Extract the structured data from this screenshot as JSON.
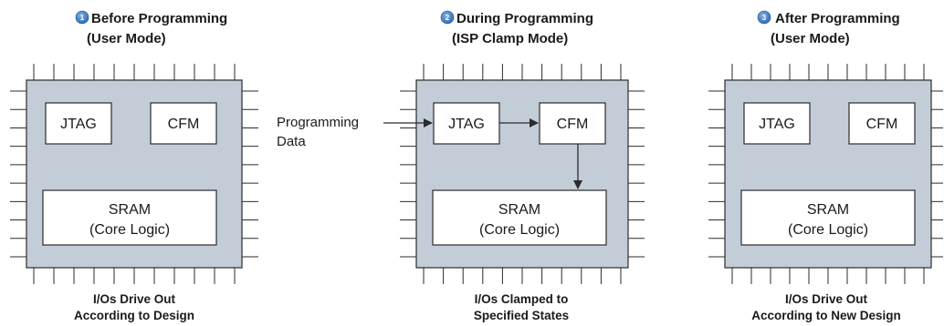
{
  "colors": {
    "chip_fill": "#c3cdd8",
    "box_fill": "#ffffff",
    "line": "#2b2b2b",
    "badge": "#2f6fb2"
  },
  "stages": [
    {
      "badge": "1",
      "title_line1": "Before Programming",
      "title_line2": "(User Mode)",
      "jtag_label": "JTAG",
      "cfm_label": "CFM",
      "sram_line1": "SRAM",
      "sram_line2": "(Core Logic)",
      "caption_line1": "I/Os Drive Out",
      "caption_line2": "According to Design"
    },
    {
      "badge": "2",
      "title_line1": "During Programming",
      "title_line2": "(ISP Clamp Mode)",
      "jtag_label": "JTAG",
      "cfm_label": "CFM",
      "sram_line1": "SRAM",
      "sram_line2": "(Core Logic)",
      "caption_line1": "I/Os Clamped to",
      "caption_line2": "Specified States"
    },
    {
      "badge": "3",
      "title_line1": "After Programming",
      "title_line2": "(User Mode)",
      "jtag_label": "JTAG",
      "cfm_label": "CFM",
      "sram_line1": "SRAM",
      "sram_line2": "(Core Logic)",
      "caption_line1": "I/Os Drive Out",
      "caption_line2": "According to New Design"
    }
  ],
  "programming_data": {
    "line1": "Programming",
    "line2": "Data"
  }
}
